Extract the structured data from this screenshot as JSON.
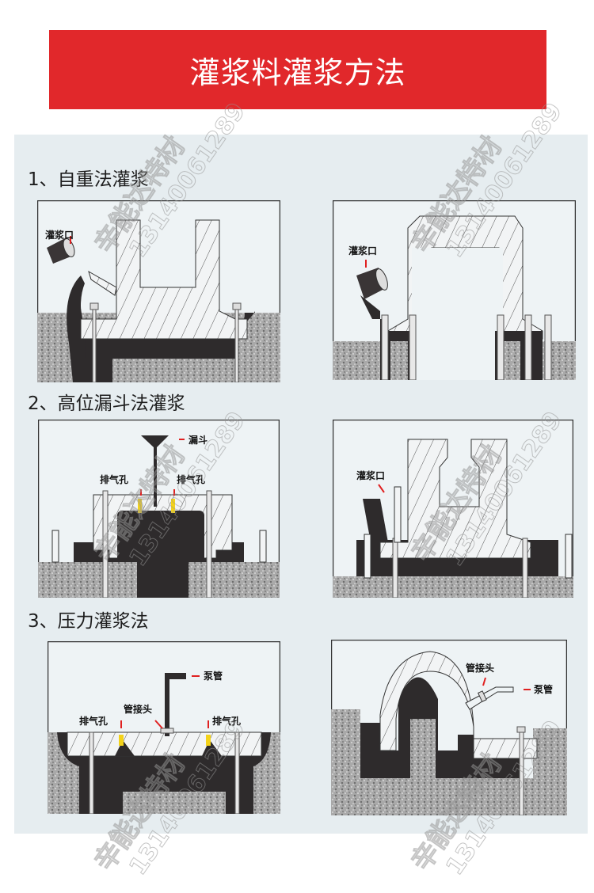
{
  "banner": {
    "title": "灌浆料灌浆方法",
    "color": "#e1282b"
  },
  "panel": {
    "background": "#e6edf0"
  },
  "sections": [
    {
      "title": "1、自重法灌浆",
      "diagrams": [
        {
          "labels": [
            "灌浆口"
          ]
        },
        {
          "labels": [
            "灌浆口"
          ]
        }
      ]
    },
    {
      "title": "2、高位漏斗法灌浆",
      "diagrams": [
        {
          "labels": [
            "漏斗",
            "排气孔",
            "排气孔"
          ]
        },
        {
          "labels": [
            "灌浆口"
          ]
        }
      ]
    },
    {
      "title": "3、压力灌浆法",
      "diagrams": [
        {
          "labels": [
            "泵管",
            "管接头",
            "排气孔",
            "排气孔"
          ]
        },
        {
          "labels": [
            "管接头",
            "泵管"
          ]
        }
      ]
    }
  ],
  "watermark": {
    "brand": "辛能达特材",
    "phone": "13140061289"
  },
  "colors": {
    "grout": "#2e2b2c",
    "mortar": "#9a9a9a",
    "vent": "#f3d21a",
    "arrow": "#e02020"
  }
}
